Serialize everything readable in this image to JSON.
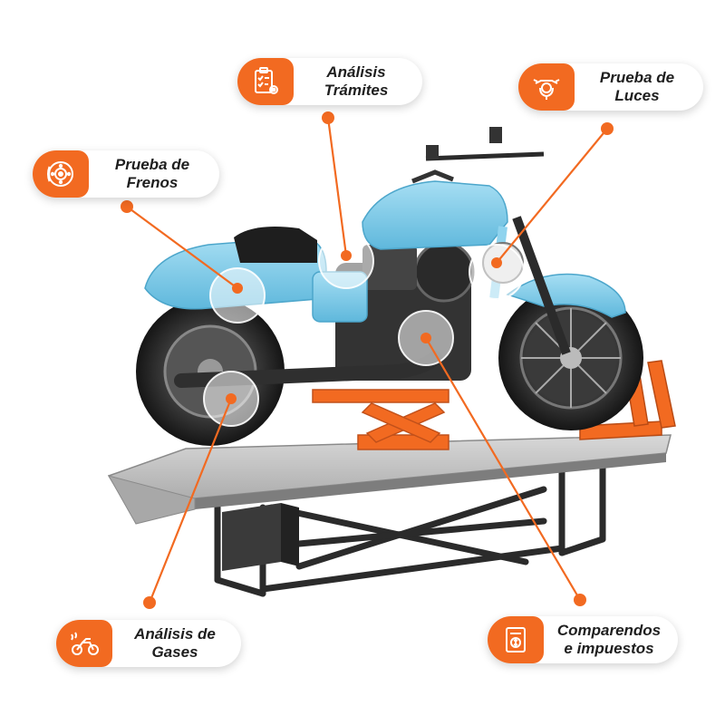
{
  "callouts": {
    "tramites": {
      "label": "Análisis\nTrámites",
      "icon": "clipboard-gear-icon"
    },
    "luces": {
      "label": "Prueba de\nLuces",
      "icon": "motorcycle-headlight-icon"
    },
    "frenos": {
      "label": "Prueba de\nFrenos",
      "icon": "brake-disc-icon"
    },
    "gases": {
      "label": "Análisis de\nGases",
      "icon": "motorcycle-exhaust-icon"
    },
    "comparendos": {
      "label": "Comparendos\ne impuestos",
      "icon": "tax-document-icon"
    }
  },
  "colors": {
    "accent": "#f26a21",
    "bike_body": "#7dcbea",
    "lift_steel": "#b9b9b9",
    "frame": "#2b2b2b"
  }
}
